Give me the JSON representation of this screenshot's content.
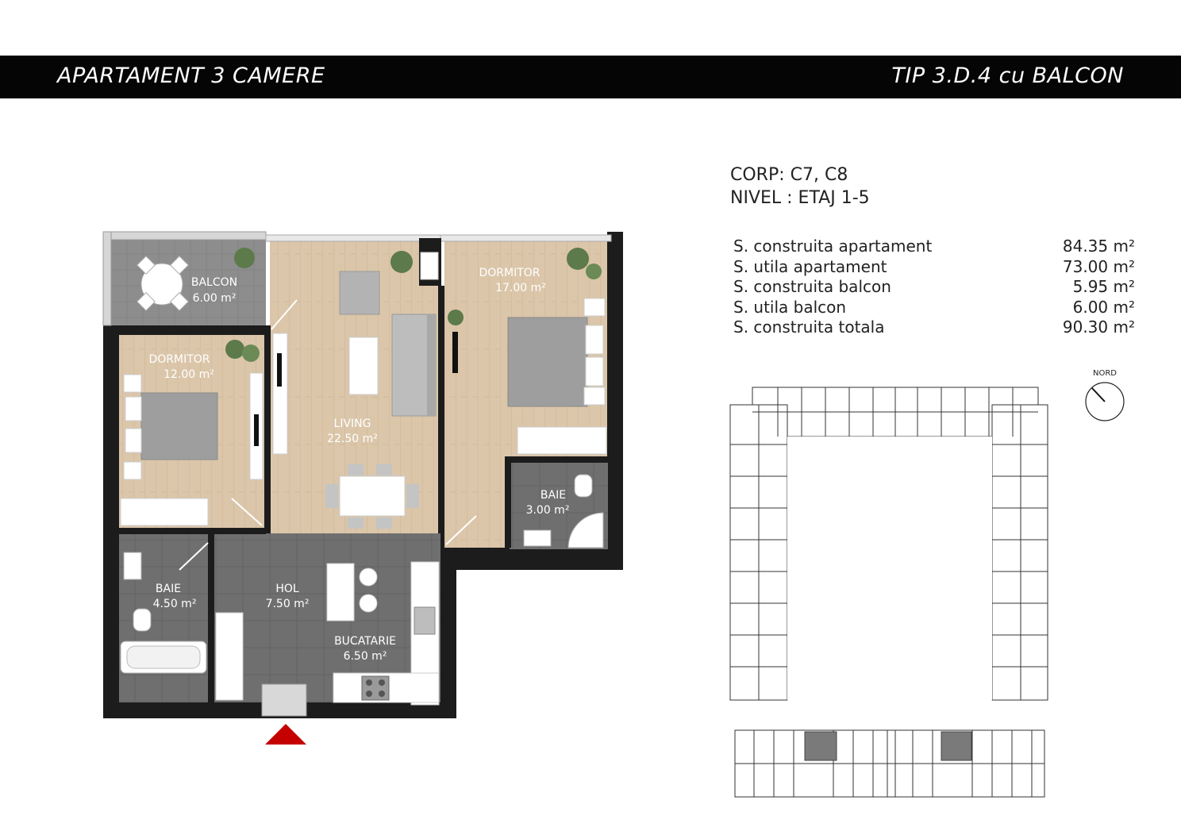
{
  "header": {
    "left_title": "APARTAMENT  3 CAMERE",
    "right_title": "TIP 3.D.4 cu  BALCON"
  },
  "info": {
    "corp": "CORP: C7, C8",
    "nivel": "NIVEL : ETAJ 1-5"
  },
  "areas": [
    {
      "label": "S. construita apartament",
      "value": "84.35 m²"
    },
    {
      "label": "S. utila apartament",
      "value": "73.00 m²"
    },
    {
      "label": "S. construita balcon",
      "value": "5.95 m²"
    },
    {
      "label": "S. utila balcon",
      "value": "6.00 m²"
    },
    {
      "label": "S. construita totala",
      "value": "90.30 m²"
    }
  ],
  "rooms": {
    "balcon": {
      "name": "BALCON",
      "area": "6.00 m²"
    },
    "dormitor_small": {
      "name": "DORMITOR",
      "area": "12.00 m²"
    },
    "living": {
      "name": "LIVING",
      "area": "22.50 m²"
    },
    "dormitor_large": {
      "name": "DORMITOR",
      "area": "17.00 m²"
    },
    "baie_small": {
      "name": "BAIE",
      "area": "3.00 m²"
    },
    "baie_large": {
      "name": "BAIE",
      "area": "4.50 m²"
    },
    "hol": {
      "name": "HOL",
      "area": "7.50 m²"
    },
    "bucatarie": {
      "name": "BUCATARIE",
      "area": "6.50 m²"
    }
  },
  "compass": {
    "label": "NORD"
  },
  "colors": {
    "header_bg": "#050505",
    "wall": "#1a1a1a",
    "wood": "#d9c2a6",
    "tile": "#6e6e6e",
    "balcony": "#8c8c8c",
    "entry_arrow": "#c00000",
    "highlight_unit": "#7a7a7a"
  }
}
